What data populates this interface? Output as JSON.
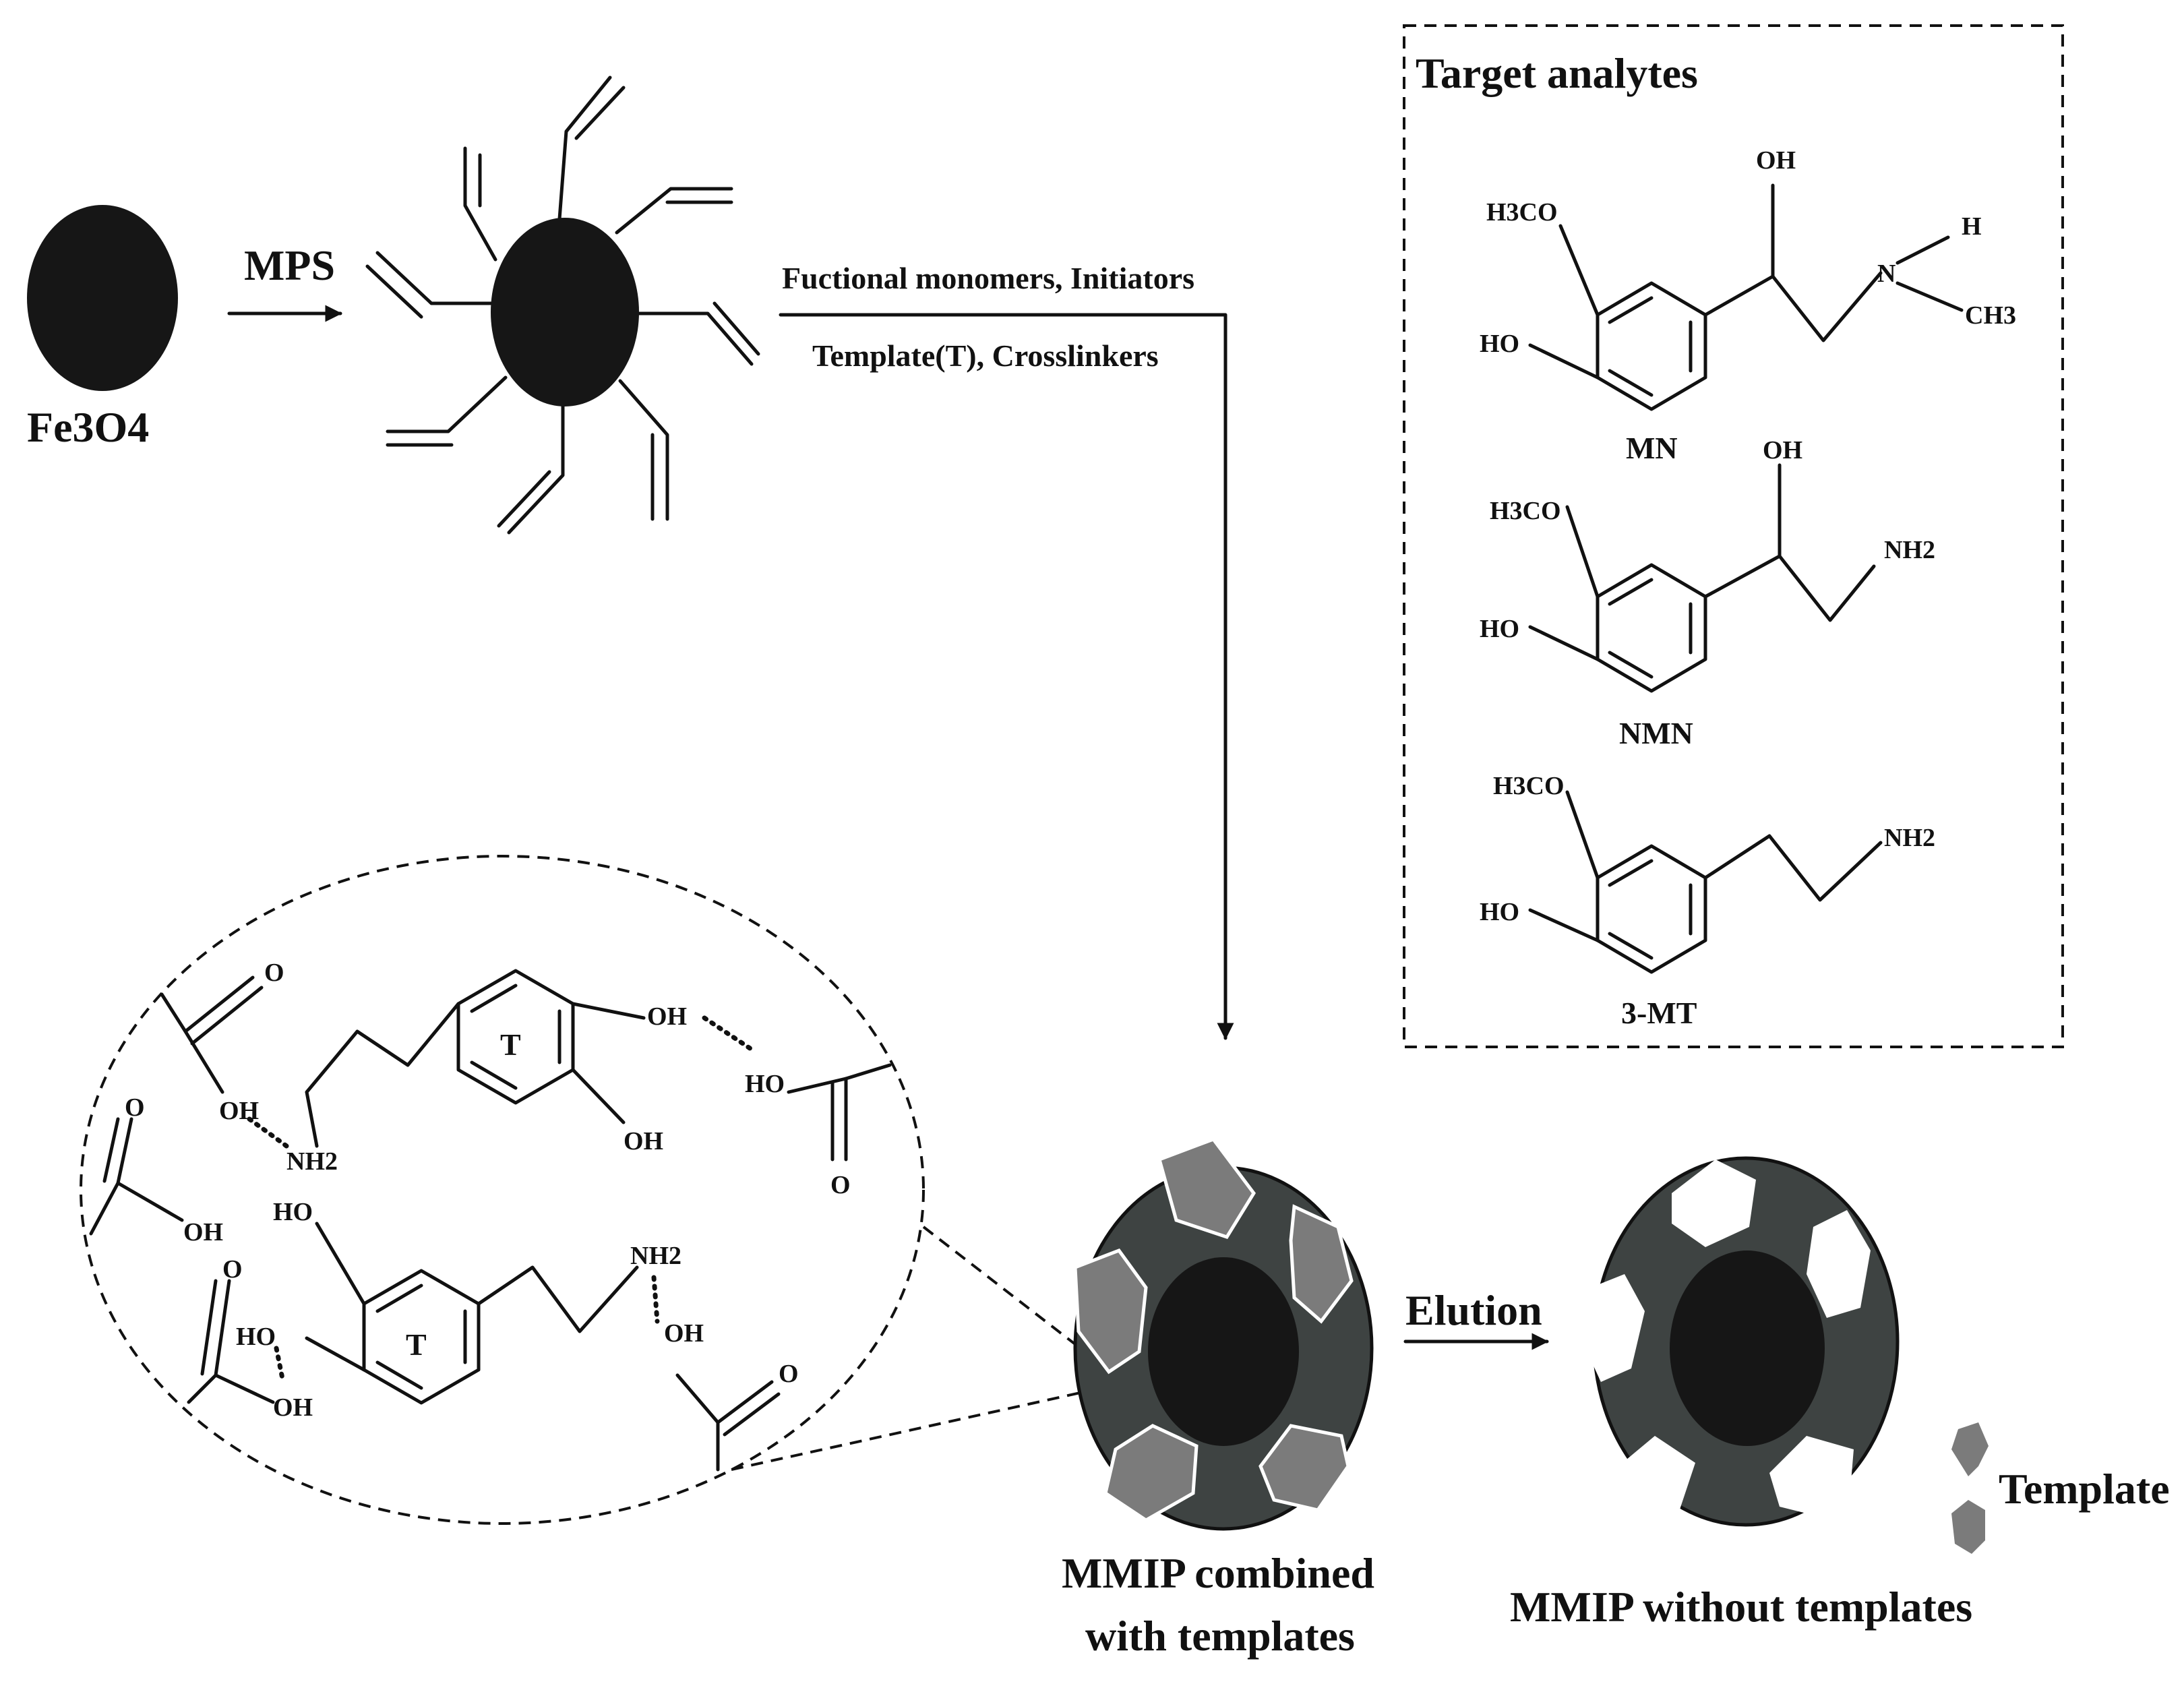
{
  "colors": {
    "ink": "#111111",
    "particle_core": "#161616",
    "polymer_shell": "#3e4342",
    "template_gray": "#7b7b7b",
    "cavity_white": "#ffffff"
  },
  "step1": {
    "core_label": "Fe3O4",
    "arrow_label": "MPS"
  },
  "step2": {
    "line1": "Fuctional monomers, Initiators",
    "line2": "Template(T), Crosslinkers"
  },
  "analytes": {
    "title": "Target analytes",
    "items": [
      {
        "name": "MN",
        "oh": "OH",
        "och3": "H3CO",
        "ho": "HO",
        "n": "N",
        "h": "H",
        "ch3": "CH3"
      },
      {
        "name": "NMN",
        "oh": "OH",
        "och3": "H3CO",
        "ho": "HO",
        "nh2": "NH2"
      },
      {
        "name": "3-MT",
        "och3": "H3CO",
        "ho": "HO",
        "nh2": "NH2"
      }
    ]
  },
  "zoom": {
    "ring_label": "T",
    "o": "O",
    "oh": "OH",
    "ho": "HO",
    "nh2": "NH2"
  },
  "particles": {
    "combined_line1": "MMIP combined",
    "combined_line2": "with templates",
    "elution": "Elution",
    "without": "MMIP without templates",
    "legend": "Template"
  }
}
